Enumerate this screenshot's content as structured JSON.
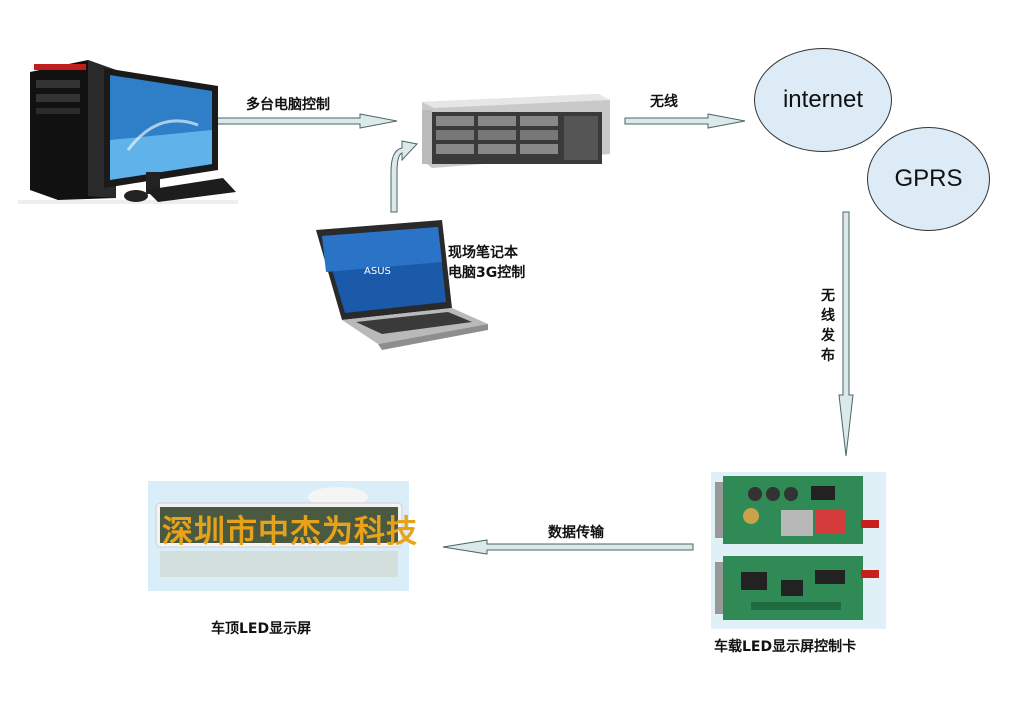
{
  "labels": {
    "multi_pc_control": "多台电脑控制",
    "wireless": "无线",
    "laptop_line1": "现场笔记本",
    "laptop_line2": "电脑3G控制",
    "wireless_publish": [
      "无",
      "线",
      "发",
      "布"
    ],
    "data_transfer": "数据传输",
    "roof_led_screen": "车顶LED显示屏",
    "vehicle_led_control_card": "车载LED显示屏控制卡"
  },
  "bubbles": {
    "internet": "internet",
    "gprs": "GPRS"
  },
  "led_sign": {
    "text": "深圳市中杰为科技"
  },
  "laptop": {
    "brand": "ASUS"
  },
  "colors": {
    "arrow_fill": "#dbe9ea",
    "arrow_stroke": "#4b6565",
    "bubble_fill": "#dcebf5",
    "led_text": "#e8a21a",
    "led_bg": "#4a5a40",
    "pcb_green": "#2f8a55"
  }
}
